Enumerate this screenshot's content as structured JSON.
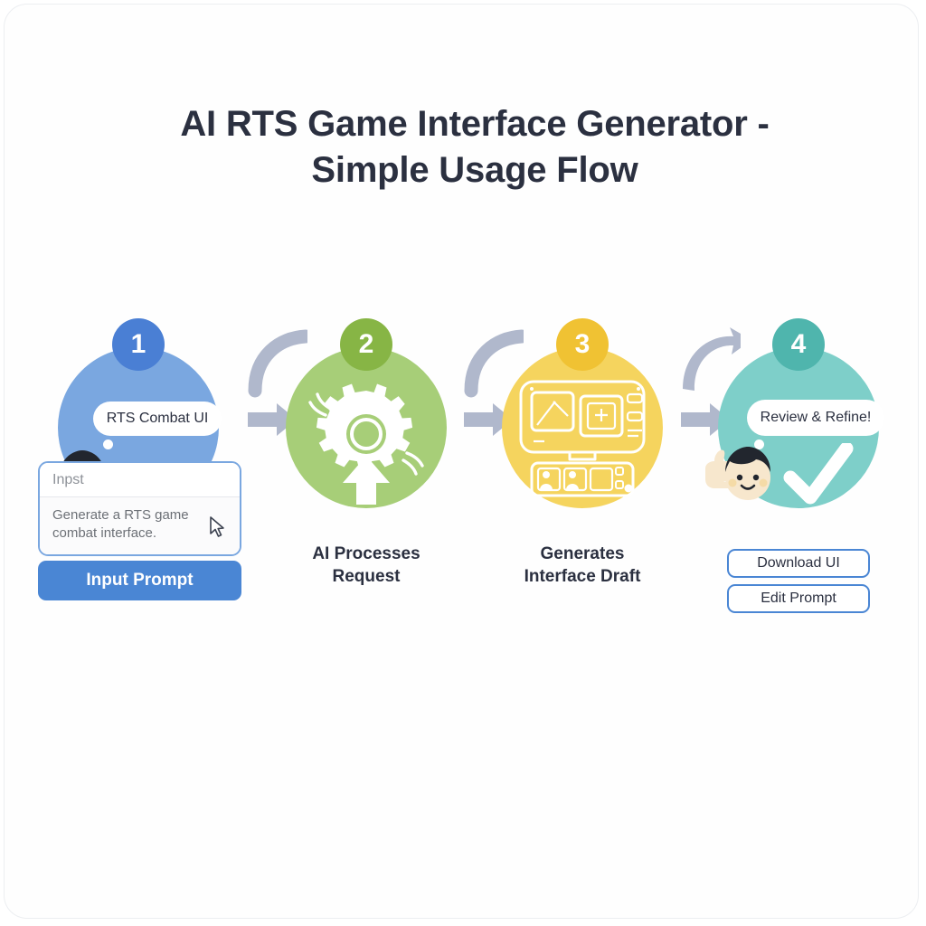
{
  "title": {
    "line1": "AI RTS Game Interface Generator -",
    "line2": "Simple Usage Flow"
  },
  "colors": {
    "background": "#ffffff",
    "text": "#2b3040",
    "step1_circle": "#7aa7e0",
    "step1_badge": "#4a7fd4",
    "step2_circle": "#a7ce78",
    "step2_badge": "#87b545",
    "step3_circle": "#f5d45e",
    "step3_badge": "#f0c233",
    "step4_circle": "#7ecfc9",
    "step4_badge": "#4fb5ad",
    "connector": "#b0b8cc",
    "primary_button": "#4a86d4"
  },
  "steps": [
    {
      "number": "1",
      "label_line1": "",
      "label_line2": "",
      "bubble": "RTS Combat UI",
      "card": {
        "placeholder": "Inpst",
        "value": "Generate a RTS game combat interface."
      },
      "button": "Input Prompt"
    },
    {
      "number": "2",
      "label_line1": "AI Processes",
      "label_line2": "Request"
    },
    {
      "number": "3",
      "label_line1": "Generates",
      "label_line2": "Interface Draft"
    },
    {
      "number": "4",
      "label_line1": "",
      "label_line2": "",
      "bubble": "Review & Refine!",
      "buttons": [
        "Download UI",
        "Edit Prompt"
      ]
    }
  ]
}
